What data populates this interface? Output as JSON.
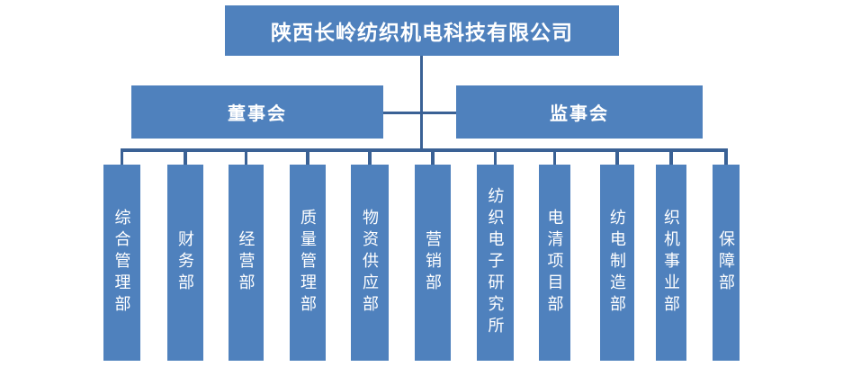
{
  "org_chart": {
    "root": {
      "label": "陕西长岭纺织机电科技有限公司"
    },
    "boards": [
      {
        "label": "董事会"
      },
      {
        "label": "监事会"
      }
    ],
    "departments": [
      {
        "label": "综合管理部"
      },
      {
        "label": "财务部"
      },
      {
        "label": "经营部"
      },
      {
        "label": "质量管理部"
      },
      {
        "label": "物资供应部"
      },
      {
        "label": "营销部"
      },
      {
        "label": "纺织电子研究所"
      },
      {
        "label": "电清项目部"
      },
      {
        "label": "纺电制造部"
      },
      {
        "label": "织机事业部"
      },
      {
        "label": "保障部"
      }
    ],
    "colors": {
      "box_fill": "#4F81BD",
      "connector": "#3A6195",
      "text": "#FFFFFF",
      "background": "#FFFFFF"
    }
  }
}
